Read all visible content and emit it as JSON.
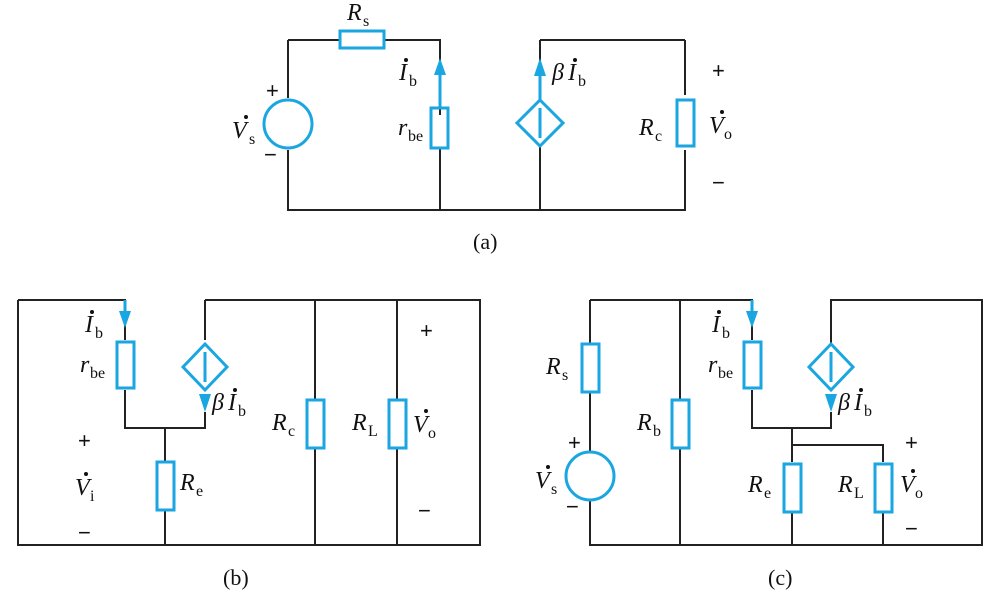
{
  "colors": {
    "component": "#1aa6e0",
    "wire": "#222222",
    "text": "#111111",
    "background": "#ffffff"
  },
  "labels": {
    "Rs": "R",
    "Rs_sub": "s",
    "Ib": "I",
    "Ib_sub": "b",
    "beta": "β",
    "rbe": "r",
    "rbe_sub": "be",
    "Rc": "R",
    "Rc_sub": "c",
    "Vs": "V",
    "Vs_sub": "s",
    "Vo": "V",
    "Vo_sub": "o",
    "Vi": "V",
    "Vi_sub": "i",
    "Re": "R",
    "Re_sub": "e",
    "RL": "R",
    "RL_sub": "L",
    "Rb": "R",
    "Rb_sub": "b",
    "plus": "+",
    "minus": "−"
  },
  "captions": {
    "a": "(a)",
    "b": "(b)",
    "c": "(c)"
  }
}
